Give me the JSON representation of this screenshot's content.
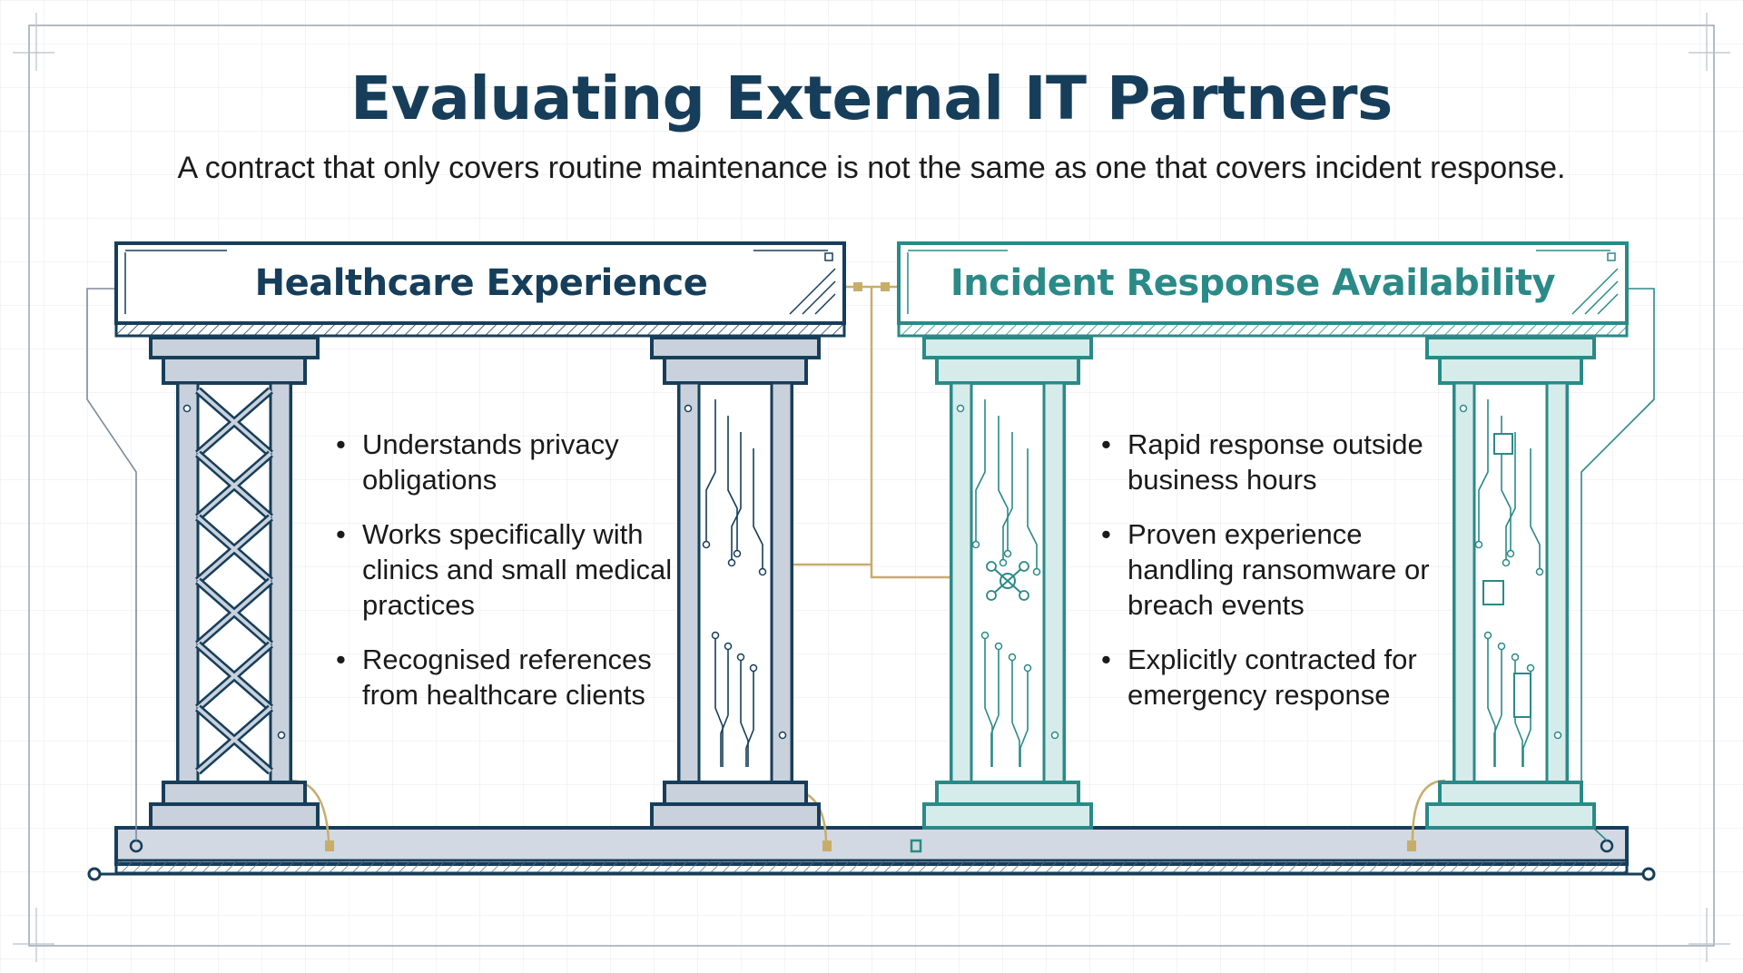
{
  "header": {
    "title": "Evaluating External IT Partners",
    "subtitle": "A contract that only covers routine maintenance is not the same as one that covers incident response."
  },
  "pillars": [
    {
      "title": "Healthcare Experience",
      "color": "#163e5a",
      "bullets": [
        "Understands privacy obligations",
        "Works specifically with clinics and small medical practices",
        "Recognised references from healthcare clients"
      ]
    },
    {
      "title": "Incident Response Availability",
      "color": "#2a8a88",
      "bullets": [
        "Rapid response outside business hours",
        "Proven experience handling ransomware or breach events",
        "Explicitly contracted for emergency response"
      ]
    }
  ],
  "colors": {
    "navy": "#163e5a",
    "teal": "#2a8a88",
    "gold": "#c8ad6a",
    "steel": "#c9d1dc",
    "grid": "#e8ecf0"
  },
  "icons": {
    "bullet": "•",
    "left_pillar_1": "lattice-column-icon",
    "left_pillar_2": "circuit-column-icon",
    "right_pillar_1": "circuit-network-column-icon",
    "right_pillar_2": "wiring-column-icon"
  }
}
